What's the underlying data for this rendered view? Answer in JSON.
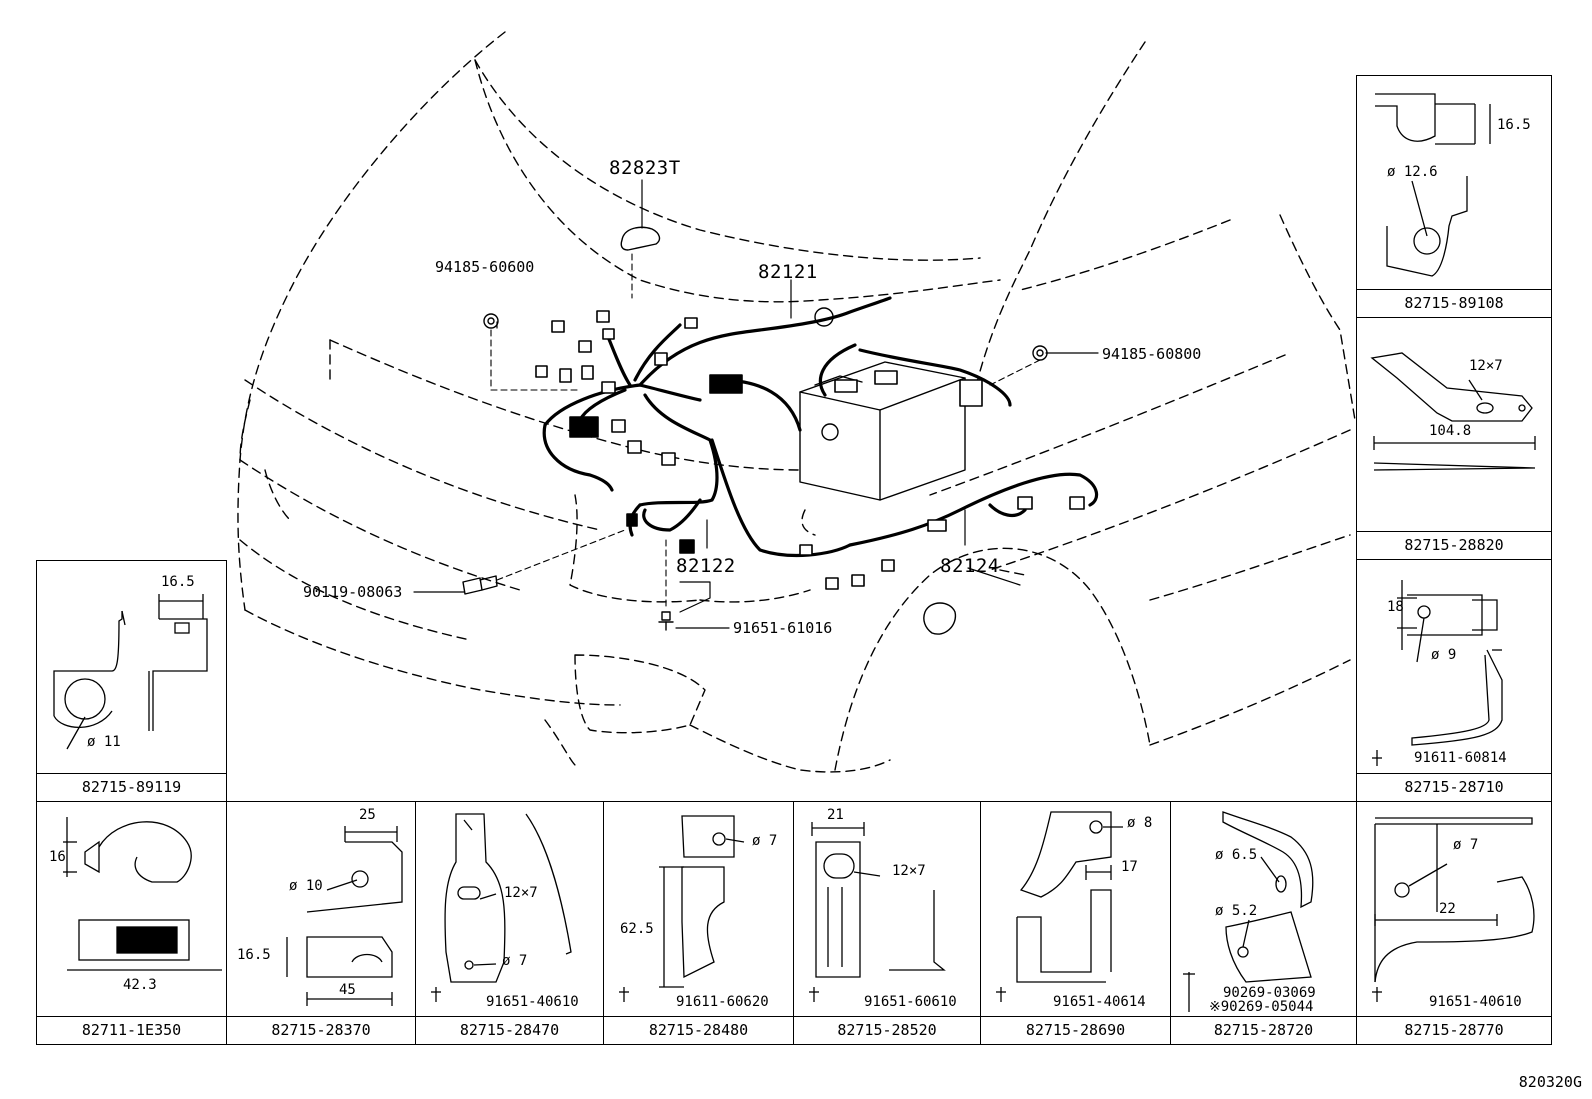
{
  "figure_id": "820320G",
  "callouts": {
    "p82823T": "82823T",
    "p94185_60600": "94185-60600",
    "p82121": "82121",
    "p94185_60800": "94185-60800",
    "p90119_08063": "90119-08063",
    "p82122": "82122",
    "p82124": "82124",
    "p91651_61016": "91651-61016"
  },
  "panels": {
    "p89119": {
      "code": "82715-89119",
      "dims": [
        "16.5",
        "ø 11"
      ]
    },
    "p89108": {
      "code": "82715-89108",
      "dims": [
        "16.5",
        "ø 12.6"
      ]
    },
    "p28820": {
      "code": "82715-28820",
      "dims": [
        "12×7",
        "104.8"
      ]
    },
    "p28710": {
      "code": "82715-28710",
      "dims": [
        "18",
        "ø 9",
        "91611-60814"
      ]
    },
    "p1E350": {
      "code": "82711-1E350",
      "dims": [
        "16",
        "42.3"
      ]
    },
    "p28370": {
      "code": "82715-28370",
      "dims": [
        "25",
        "ø 10",
        "16.5",
        "45"
      ]
    },
    "p28470": {
      "code": "82715-28470",
      "dims": [
        "12×7",
        "ø 7",
        "91651-40610"
      ]
    },
    "p28480": {
      "code": "82715-28480",
      "dims": [
        "ø 7",
        "62.5",
        "91611-60620"
      ]
    },
    "p28520": {
      "code": "82715-28520",
      "dims": [
        "21",
        "12×7",
        "91651-60610"
      ]
    },
    "p28690": {
      "code": "82715-28690",
      "dims": [
        "ø 8",
        "17",
        "91651-40614"
      ]
    },
    "p28720": {
      "code": "82715-28720",
      "dims": [
        "ø 6.5",
        "ø 5.2",
        "90269-03069",
        "※90269-05044"
      ]
    },
    "p28770": {
      "code": "82715-28770",
      "dims": [
        "ø 7",
        "22",
        "91651-40610"
      ]
    }
  }
}
